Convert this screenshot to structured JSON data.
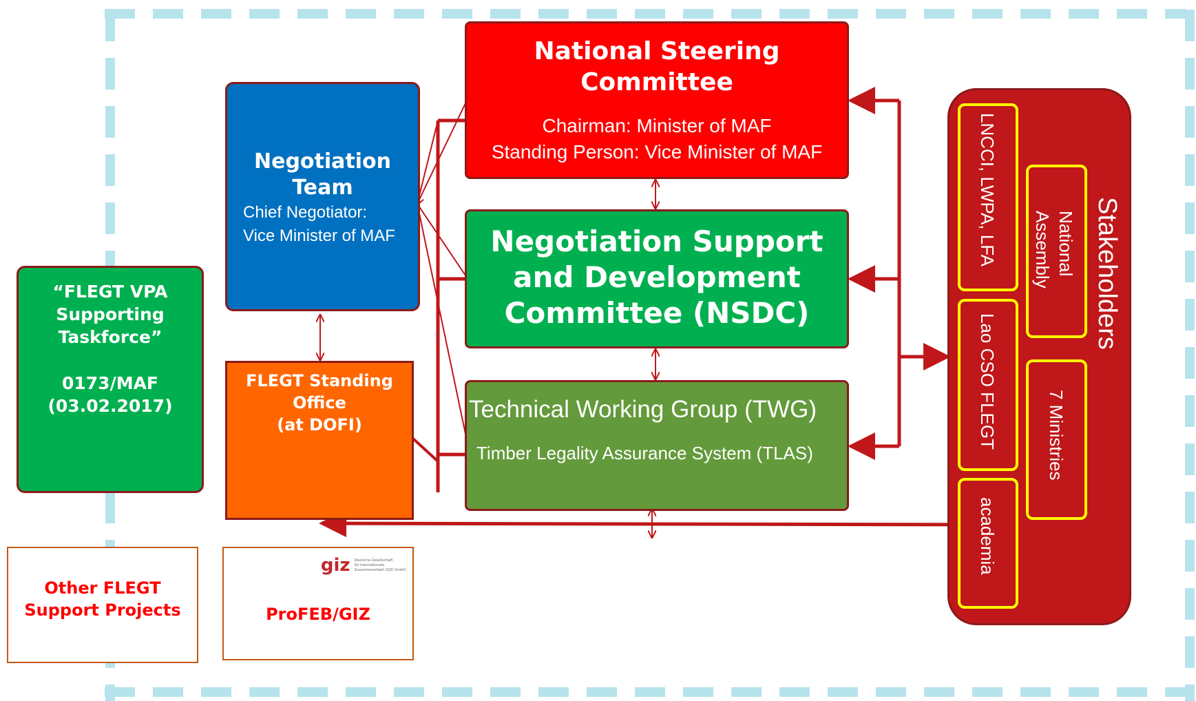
{
  "nsc": {
    "title_line1": "National Steering",
    "title_line2": "Committee",
    "line1": "Chairman: Minister of MAF",
    "line2": "Standing Person: Vice Minister of MAF"
  },
  "negotiation_team": {
    "title_line1": "Negotiation",
    "title_line2": "Team",
    "line1": "Chief Negotiator:",
    "line2": "Vice Minister of MAF"
  },
  "nsdc": {
    "line1": "Negotiation Support",
    "line2": "and Development",
    "line3": "Committee (NSDC)"
  },
  "twg": {
    "title": "Technical Working Group (TWG)",
    "subtitle": "Timber Legality Assurance System (TLAS)"
  },
  "taskforce": {
    "line1": "“FLEGT VPA",
    "line2": "Supporting",
    "line3": "Taskforce”",
    "line4": "0173/MAF",
    "line5": "(03.02.2017)"
  },
  "standing_office": {
    "line1": "FLEGT Standing",
    "line2": "Office",
    "line3": "(at DOFI)"
  },
  "other_projects": {
    "line1": "Other FLEGT",
    "line2": "Support Projects"
  },
  "profeb": {
    "label": "ProFEB/GIZ",
    "logo_text": "giz",
    "logo_small_line1": "Deutsche Gesellschaft",
    "logo_small_line2": "für Internationale",
    "logo_small_line3": "Zusammenarbeit (GIZ) GmbH"
  },
  "stakeholders": {
    "title": "Stakeholders",
    "items": [
      {
        "label": "LNCCI, LWPA, LFA"
      },
      {
        "label": "National Assembly"
      },
      {
        "label": "Lao CSO FLEGT"
      },
      {
        "label": "7 Ministries"
      },
      {
        "label": "academia"
      }
    ]
  },
  "colors": {
    "red": "#ff0000",
    "dark_red": "#c0171a",
    "green": "#00b050",
    "blue": "#0070c0",
    "orange": "#ff6600",
    "olive_green": "#639a3b",
    "yellow": "#ffff00",
    "light_blue_dash": "#b7e3ec",
    "profeb_red": "#ff0000"
  }
}
